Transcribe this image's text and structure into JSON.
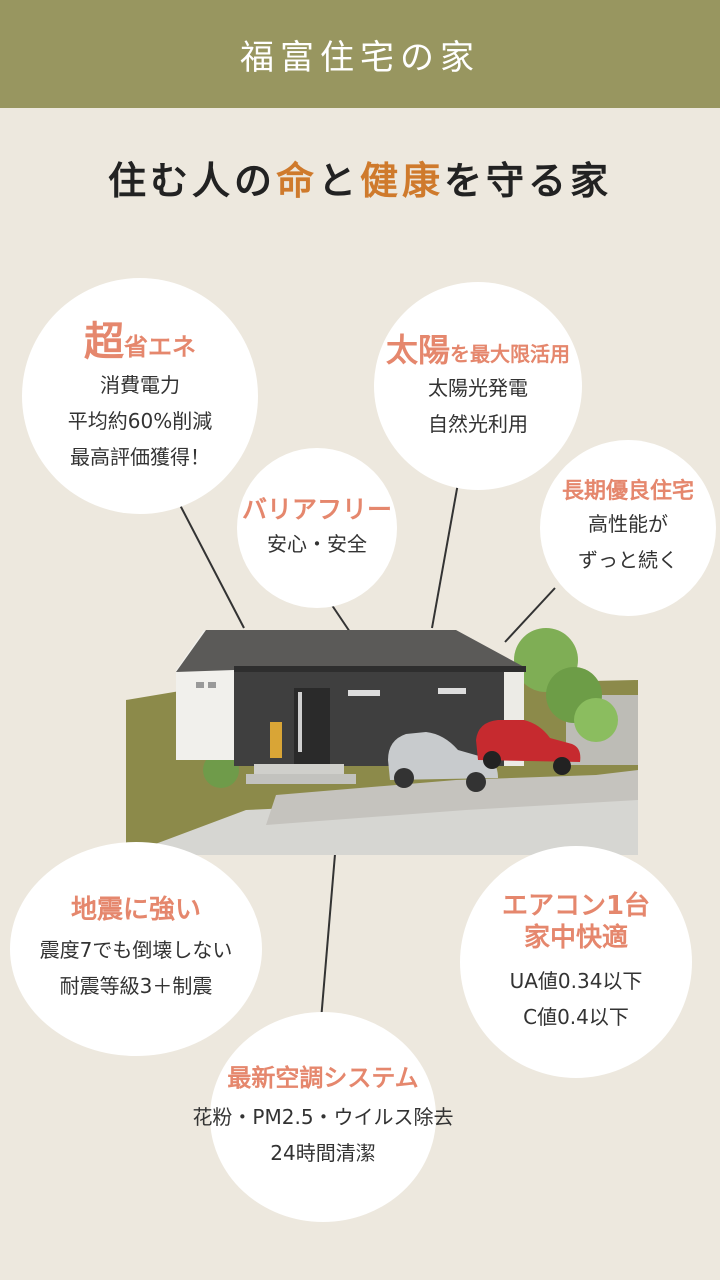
{
  "header": {
    "title": "福富住宅の家"
  },
  "headline": {
    "part1": "住む人の",
    "accent1": "命",
    "part2": "と",
    "accent2": "健康",
    "part3": "を守る家"
  },
  "features": {
    "energy": {
      "title_big": "超",
      "title_rest": "省エネ",
      "lines": [
        "消費電力",
        "平均約60%削減",
        "最高評価獲得！"
      ]
    },
    "solar": {
      "title_big": "太陽",
      "title_rest": "を最大限活用",
      "lines": [
        "太陽光発電",
        "自然光利用"
      ]
    },
    "barrier": {
      "title": "バリアフリー",
      "lines": [
        "安心・安全"
      ]
    },
    "longterm": {
      "title": "長期優良住宅",
      "lines": [
        "高性能が",
        "ずっと続く"
      ]
    },
    "earthquake": {
      "title": "地震に強い",
      "lines": [
        "震度7でも倒壊しない",
        "耐震等級3＋制震"
      ]
    },
    "aircon": {
      "title_line1": "エアコン1台",
      "title_line2": "家中快適",
      "lines": [
        "UA値0.34以下",
        "C値0.4以下"
      ]
    },
    "airsystem": {
      "title": "最新空調システム",
      "lines": [
        "花粉・PM2.5・ウイルス除去",
        "24時間清潔"
      ]
    }
  },
  "colors": {
    "header_bg": "#989660",
    "page_bg": "#ede8de",
    "accent_orange": "#cf7a2c",
    "feature_title": "#e5876d"
  }
}
